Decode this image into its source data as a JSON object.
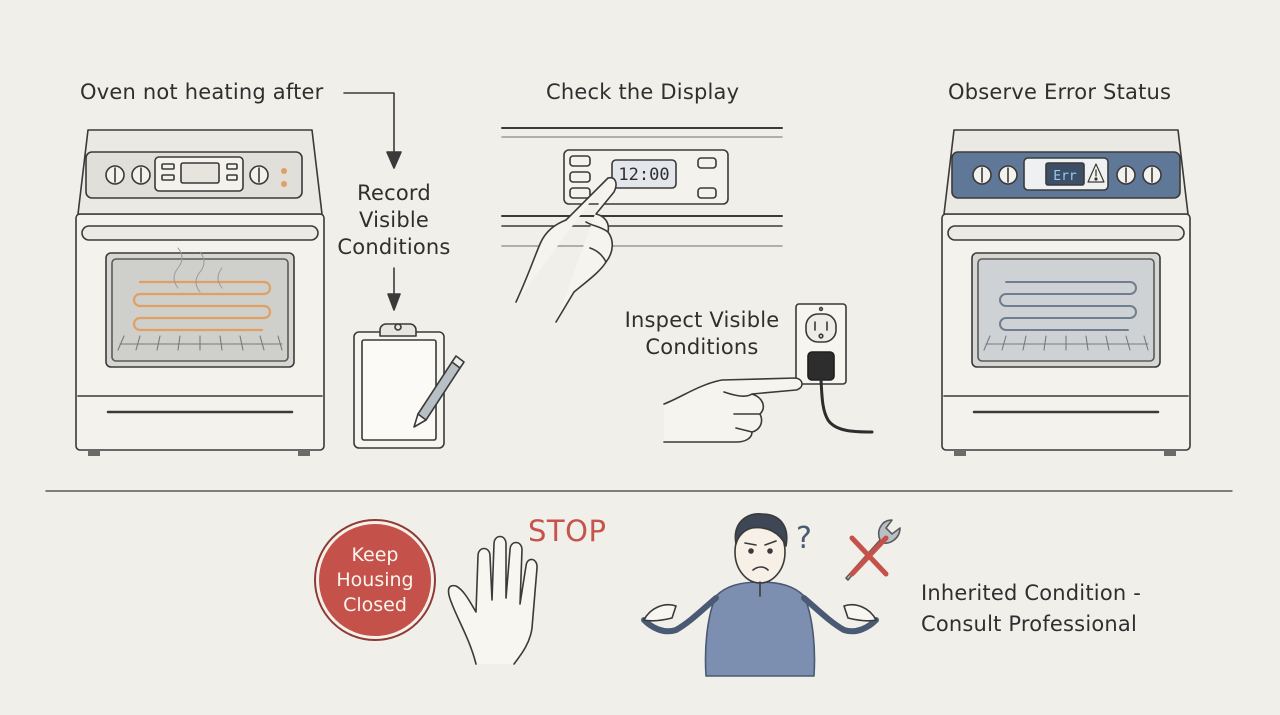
{
  "steps": {
    "step1": "Oven not heating after",
    "step2": [
      "Record",
      "Visible",
      "Conditions"
    ],
    "step3": "Check the Display",
    "step4": [
      "Inspect Visible",
      "Conditions"
    ],
    "step5": "Observe Error Status"
  },
  "display": {
    "time_readout": "12:00",
    "error_readout": "Err"
  },
  "bottom": {
    "badge": [
      "Keep",
      "Housing",
      "Closed"
    ],
    "stop_word": "STOP",
    "conclusion": [
      "Inherited Condition -",
      "Consult Professional"
    ]
  },
  "colors": {
    "background": "#f1efe9",
    "ink": "#3a3a3a",
    "stop_red": "#c4524b",
    "error_blue": "#5f7898",
    "heating_orange": "#e0a064"
  },
  "icons": [
    "oven-icon",
    "arrow-icon",
    "clipboard-icon",
    "pencil-icon",
    "control-panel-icon",
    "pointing-hand-icon",
    "outlet-icon",
    "plug-icon",
    "hand-stop-icon",
    "confused-person-icon",
    "question-mark-icon",
    "crossed-wrench-icon",
    "warning-icon"
  ]
}
